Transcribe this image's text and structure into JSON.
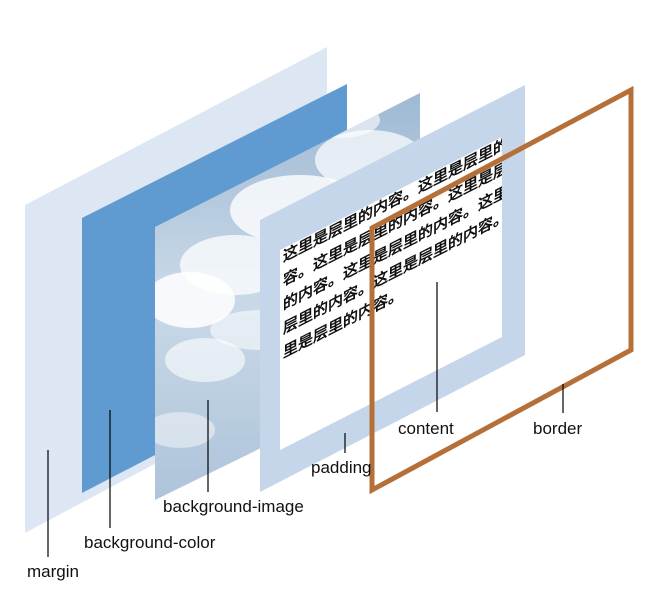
{
  "colors": {
    "margin_layer": "#dce7f3",
    "background_color_layer": "#5f9ad0",
    "background_image_sky": "#b8cde0",
    "padding_layer": "#c5d6ea",
    "content_area": "#ffffff",
    "border_layer": "#b5703a"
  },
  "content_text": [
    "这里是层里的内容。这里是层里的内",
    "容。这里是层里的内容。这里是层里",
    "的内容。这里是层里的内容。这里是",
    "层里的内容。这里是层里的内容。这",
    "里是层里的内容。"
  ],
  "labels": {
    "margin": "margin",
    "background_color": "background-color",
    "background_image": "background-image",
    "padding": "padding",
    "content": "content",
    "border": "border"
  }
}
